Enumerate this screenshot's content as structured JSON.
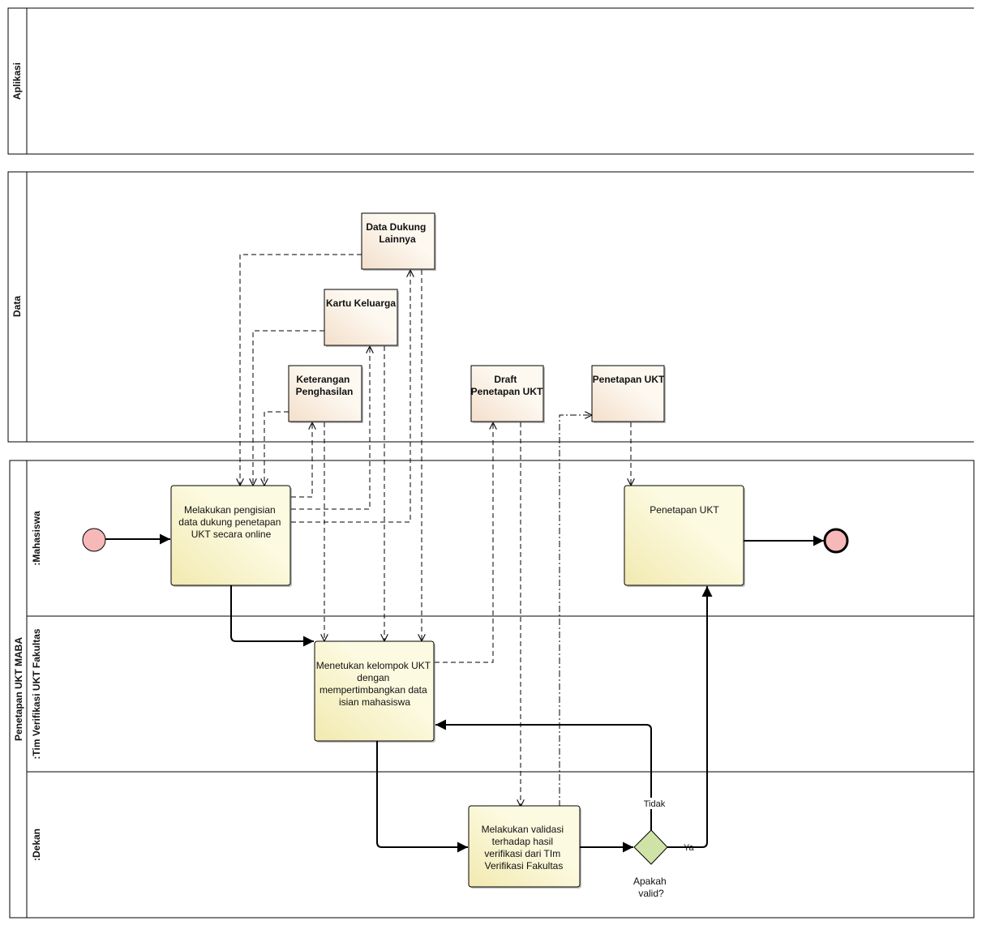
{
  "pools": {
    "aplikasi": "Aplikasi",
    "data": "Data",
    "main": "Penetapan UKT MABA"
  },
  "lanes": {
    "mahasiswa": ":Mahasiswa",
    "tim": ":Tim Verifikasi UKT Fakultas",
    "dekan": ":Dekan"
  },
  "data_objects": {
    "data_dukung": [
      "Data Dukung",
      "Lainnya"
    ],
    "kartu_keluarga": [
      "Kartu Keluarga"
    ],
    "keterangan": [
      "Keterangan",
      "Penghasilan"
    ],
    "draft": [
      "Draft",
      "Penetapan UKT"
    ],
    "penetapan_data": [
      "Penetapan UKT"
    ]
  },
  "tasks": {
    "pengisian": [
      "Melakukan pengisian",
      "data dukung penetapan",
      "UKT secara online"
    ],
    "penetapan": [
      "Penetapan UKT"
    ],
    "menentukan": [
      "Menetukan kelompok UKT",
      "dengan",
      "mempertimbangkan data",
      "isian mahasiswa"
    ],
    "validasi": [
      "Melakukan validasi",
      "terhadap hasil",
      "verifikasi dari TIm",
      "Verifikasi Fakultas"
    ]
  },
  "gateway": {
    "question": [
      "Apakah",
      "valid?"
    ],
    "no_label": "Tidak",
    "yes_label": "Ya"
  },
  "colors": {
    "task_fill_light": "#fcfae0",
    "task_fill_dark": "#f2e9b0",
    "data_fill_light": "#fdf8f0",
    "data_fill_dark": "#f3dfcb",
    "gateway": "#cfe3a6",
    "event": "#f6b8b8"
  }
}
